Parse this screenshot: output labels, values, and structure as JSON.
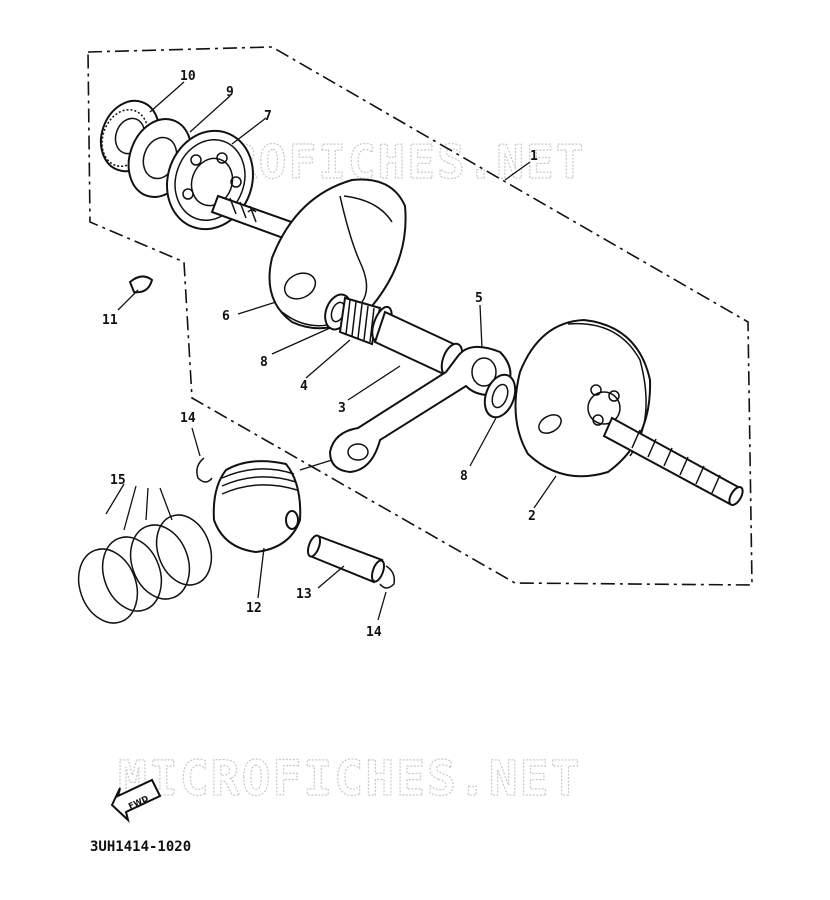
{
  "watermark_text": "MICROFICHES.NET",
  "diagram_code": "3UH1414-1020",
  "fwd_label": "FWD",
  "callouts": {
    "c1": "1",
    "c2": "2",
    "c3": "3",
    "c4": "4",
    "c5": "5",
    "c6": "6",
    "c7": "7",
    "c8a": "8",
    "c8b": "8",
    "c9": "9",
    "c10": "10",
    "c11": "11",
    "c12": "12",
    "c13": "13",
    "c14a": "14",
    "c14b": "14",
    "c15": "15"
  }
}
